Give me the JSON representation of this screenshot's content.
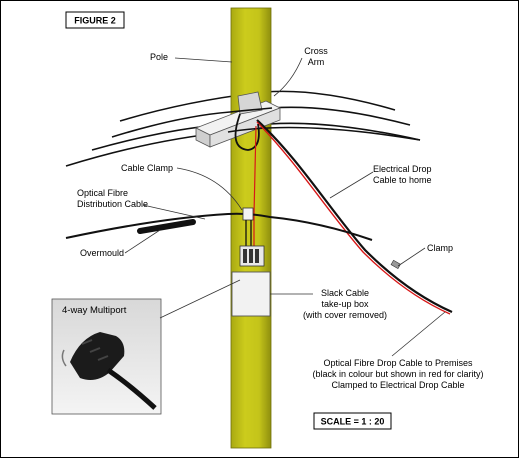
{
  "figure_label": "FIGURE 2",
  "scale_label": "SCALE = 1 : 20",
  "labels": {
    "pole": "Pole",
    "cross_arm_line1": "Cross",
    "cross_arm_line2": "Arm",
    "cable_clamp": "Cable Clamp",
    "optical_dist_line1": "Optical Fibre",
    "optical_dist_line2": "Distribution Cable",
    "overmould": "Overmould",
    "electrical_drop_line1": "Electrical Drop",
    "electrical_drop_line2": "Cable to home",
    "clamp": "Clamp",
    "slack_line1": "Slack Cable",
    "slack_line2": "take-up box",
    "slack_line3": "(with cover removed)",
    "multiport": "4-way Multiport",
    "optical_drop_line1": "Optical Fibre Drop Cable to Premises",
    "optical_drop_line2": "(black in colour but shown in red for clarity)",
    "optical_drop_line3": "Clamped to Electrical Drop Cable"
  },
  "colors": {
    "pole": "#c8c818",
    "pole_edge": "#8a8a10",
    "crossarm": "#e8e8e8",
    "optical_drop": "#d81818",
    "cable": "#111111"
  }
}
